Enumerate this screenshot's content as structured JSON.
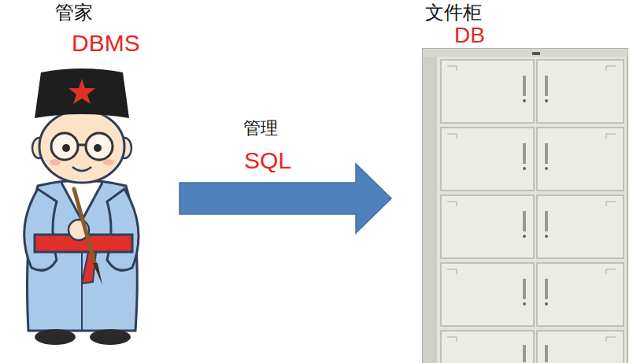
{
  "diagram": {
    "nodes": [
      {
        "text": [
          "管家",
          "DBMS"
        ]
      },
      {
        "text": [
          "文件柜",
          "DB"
        ]
      }
    ],
    "edges": [
      {
        "from": 0,
        "to": 1,
        "arrow": "to",
        "label": "管理"
      }
    ],
    "labels": [
      "SQL"
    ]
  }
}
